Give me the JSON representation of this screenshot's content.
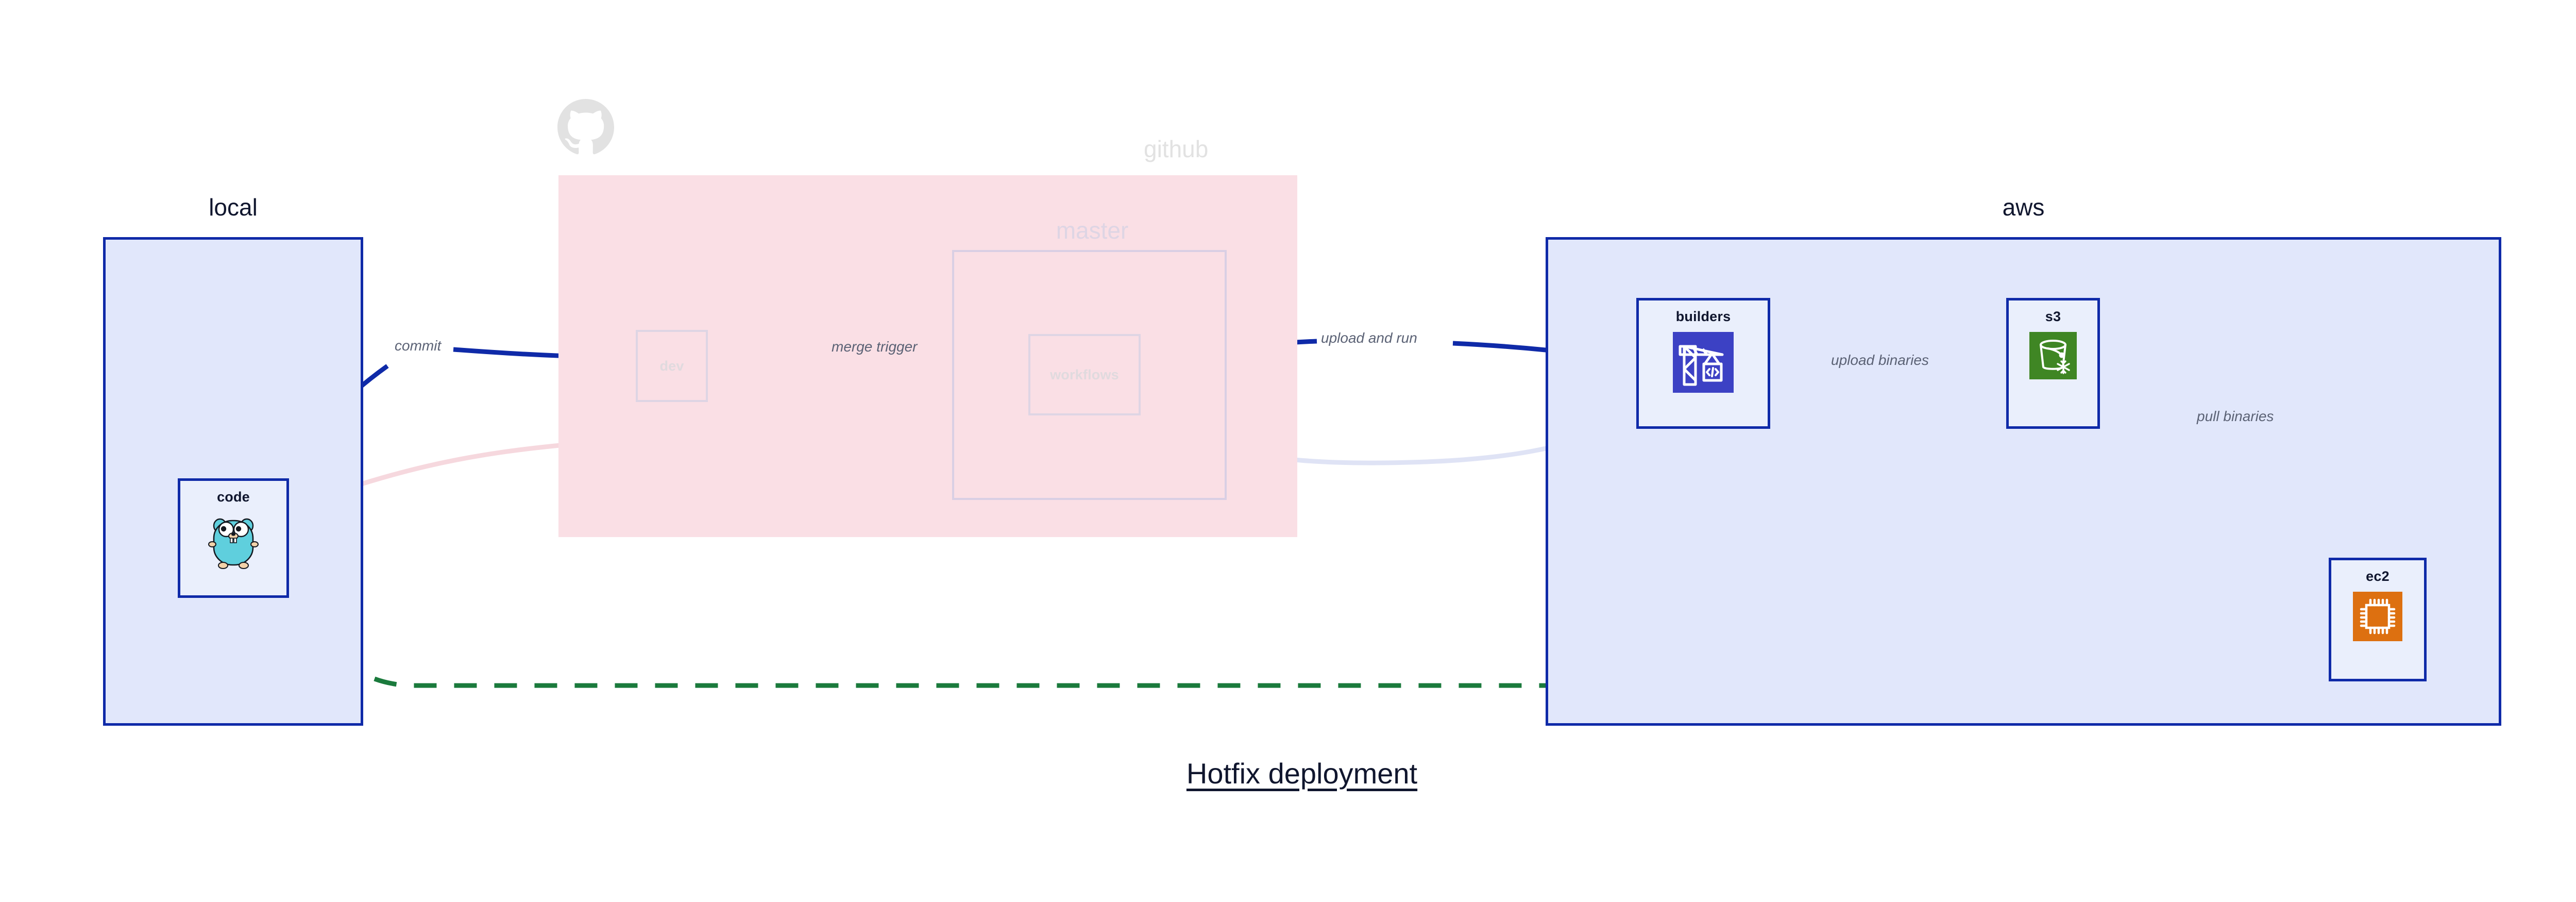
{
  "diagram": {
    "title": "Hotfix deployment",
    "groups": [
      {
        "key": "local",
        "label": "local"
      },
      {
        "key": "github",
        "label": "github"
      },
      {
        "key": "master",
        "label": "master"
      },
      {
        "key": "aws",
        "label": "aws"
      }
    ],
    "nodes": [
      {
        "key": "code",
        "label": "code",
        "icon": "go-gopher-icon"
      },
      {
        "key": "dev",
        "label": "dev",
        "icon": "none"
      },
      {
        "key": "workflows",
        "label": "workflows",
        "icon": "none"
      },
      {
        "key": "builders",
        "label": "builders",
        "icon": "aws-codebuild-icon"
      },
      {
        "key": "s3",
        "label": "s3",
        "icon": "aws-s3-glacier-icon"
      },
      {
        "key": "ec2",
        "label": "ec2",
        "icon": "aws-ec2-icon"
      }
    ],
    "edges": [
      {
        "key": "commit",
        "label": "commit",
        "from": "code",
        "to": "dev",
        "style": "solid",
        "color": "#0f2aa8"
      },
      {
        "key": "merge-trigger",
        "label": "merge trigger",
        "from": "dev",
        "to": "workflows",
        "style": "solid",
        "color": "#0f2aa8"
      },
      {
        "key": "upload-and-run",
        "label": "upload and run",
        "from": "workflows",
        "to": "builders",
        "style": "solid",
        "color": "#0f2aa8"
      },
      {
        "key": "upload-binaries",
        "label": "upload binaries",
        "from": "builders",
        "to": "s3",
        "style": "solid",
        "color": "#0f2aa8"
      },
      {
        "key": "pull-binaries",
        "label": "pull binaries",
        "from": "s3",
        "to": "ec2",
        "style": "solid",
        "color": "#0f2aa8"
      },
      {
        "key": "hotfix-direct",
        "label": "",
        "from": "code",
        "to": "ec2",
        "style": "dashed",
        "color": "#1a7a3c"
      }
    ],
    "colors": {
      "primary_blue": "#0f2aa8",
      "group_blue_fill": "#e1e7fb",
      "node_blue_fill": "#eaeffc",
      "github_pink_fill": "#fadfe5",
      "faded_purple": "#ded5e4",
      "dashed_green": "#1a7a3c",
      "label_gray": "#5b6275",
      "title_navy": "#10162e",
      "codebuild_blue": "#3c41c4",
      "s3_glacier_green": "#3f8624",
      "ec2_orange": "#dd7010",
      "gopher_cyan": "#5fcfdd"
    }
  }
}
